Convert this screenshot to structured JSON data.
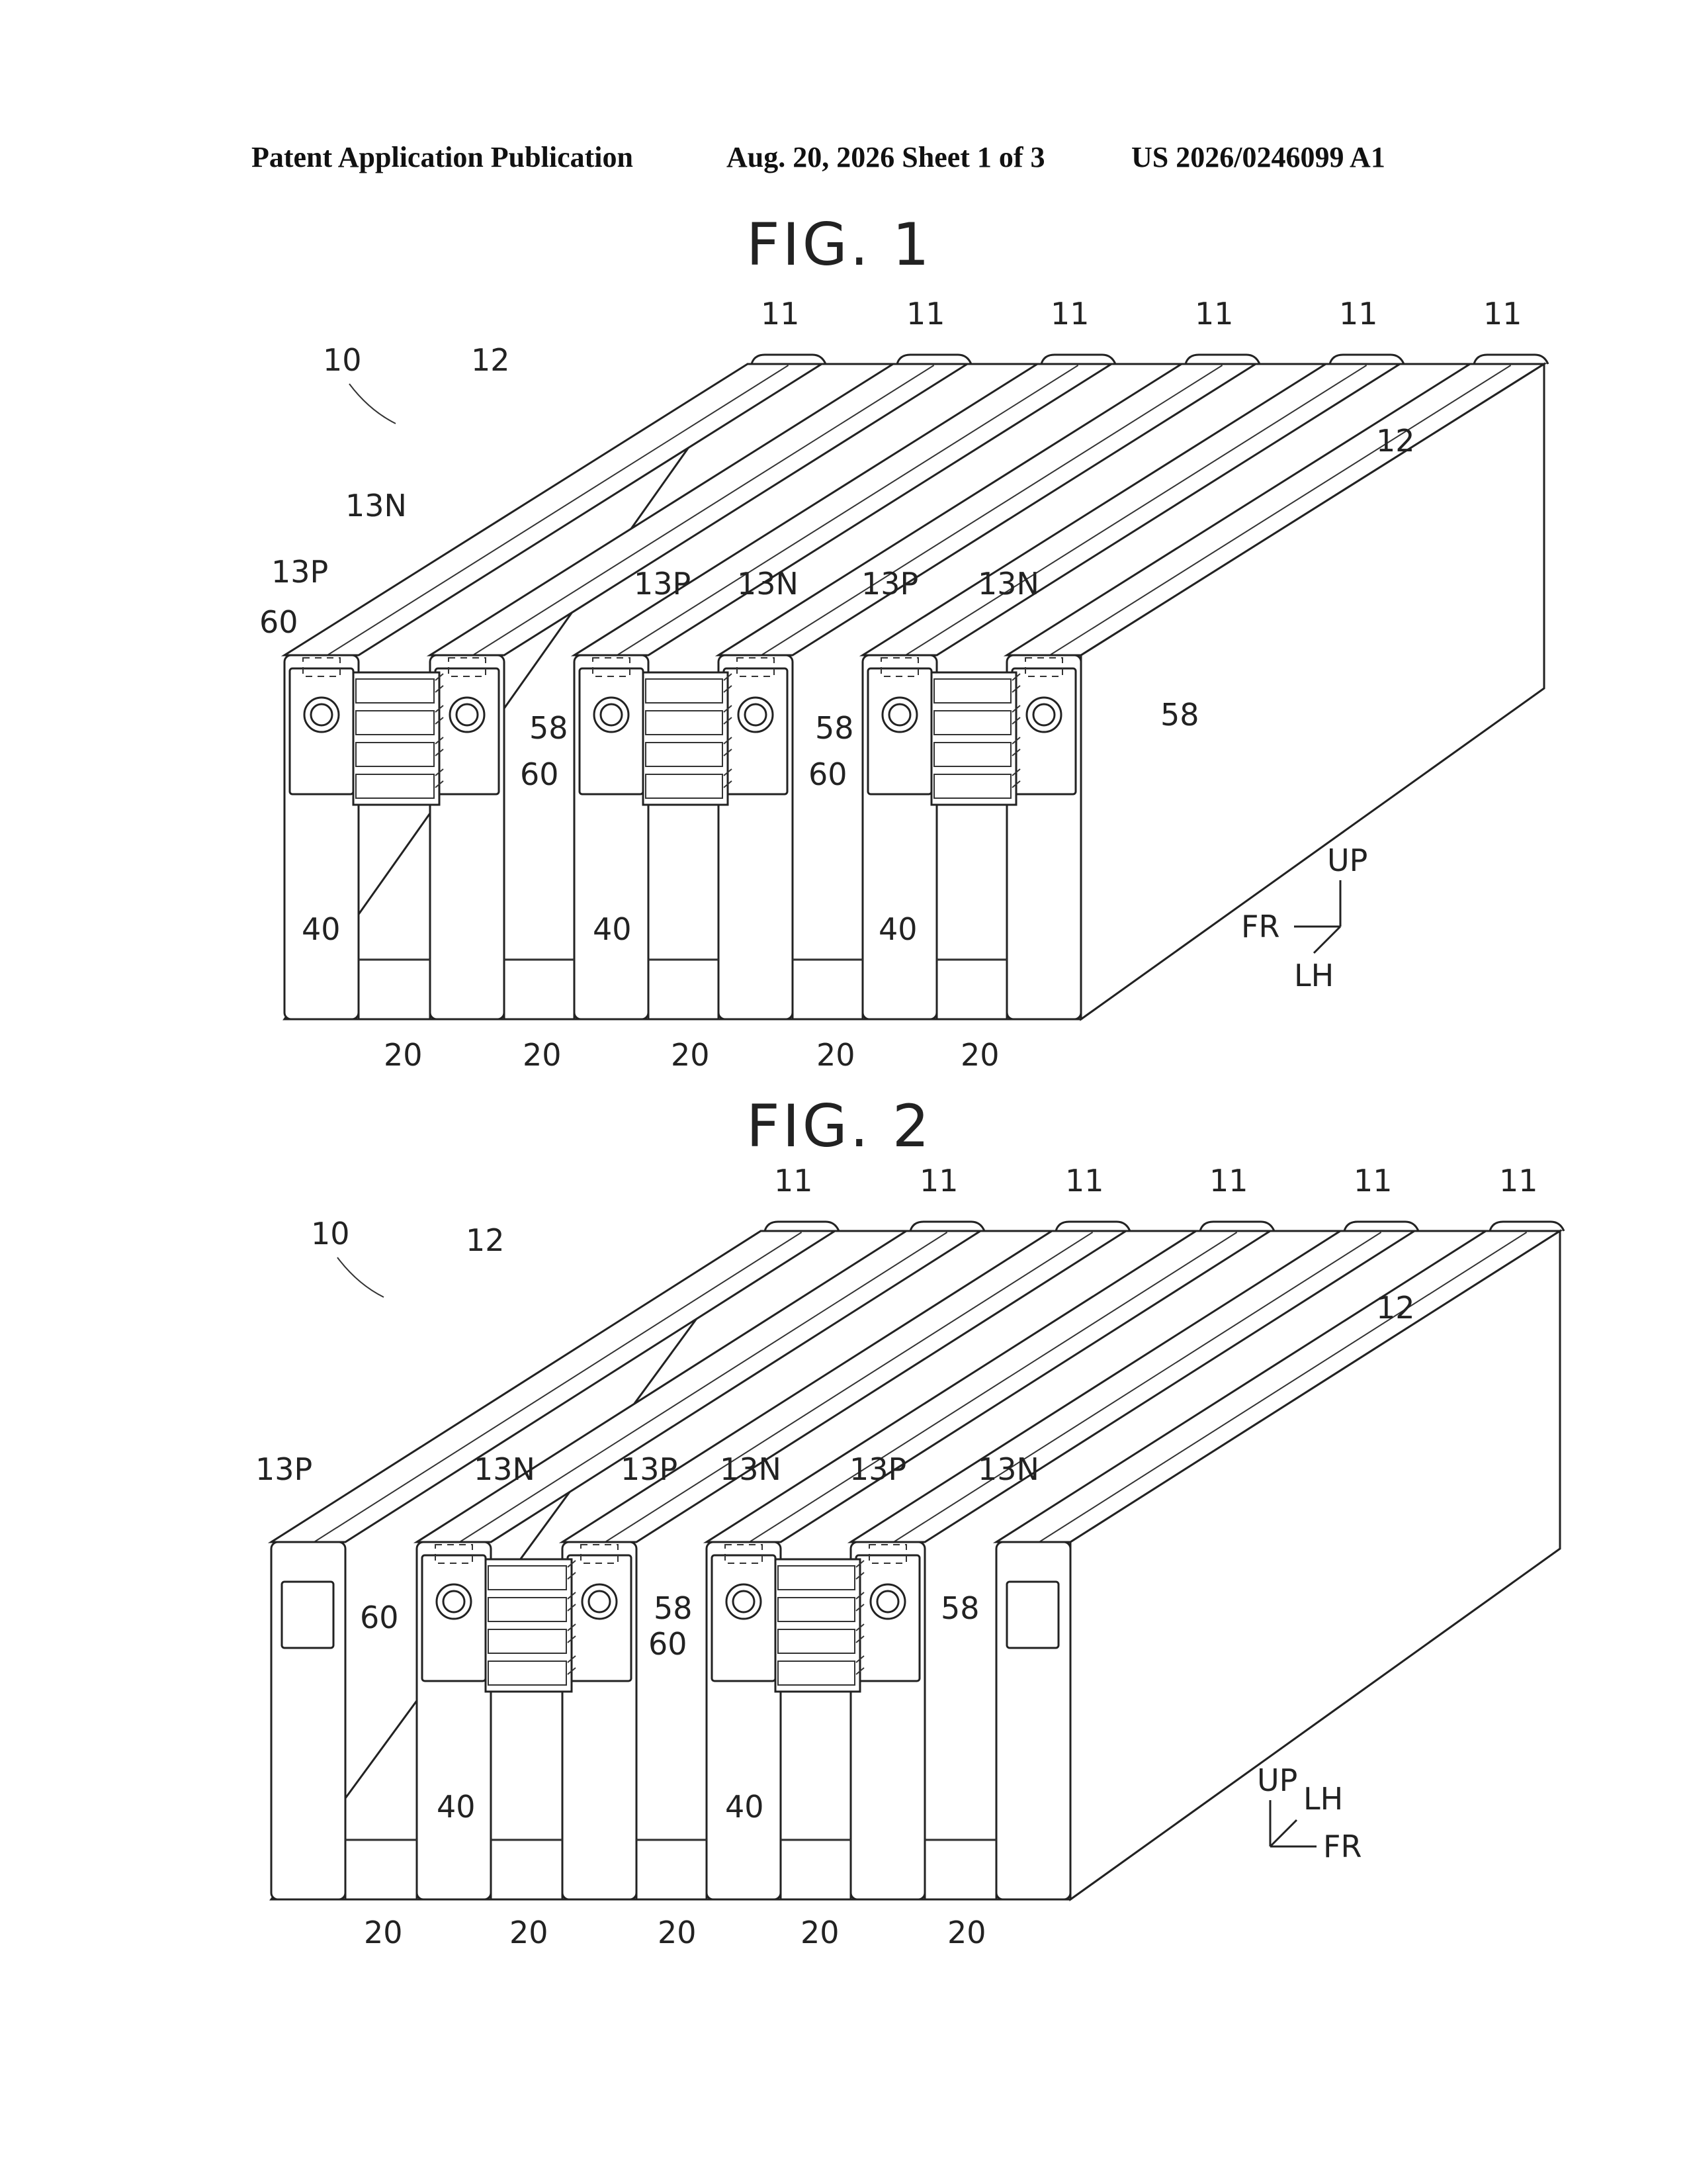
{
  "header": {
    "publication": "Patent Application Publication",
    "date_sheet": "Aug. 20, 2026  Sheet 1 of 3",
    "number": "US 2026/0246099 A1"
  },
  "figures": [
    {
      "title": "FIG. 1",
      "labels": {
        "assembly": "10",
        "cell": "11",
        "face": "12",
        "neg_terminal": "13N",
        "pos_terminal": "13P",
        "bolt": "58",
        "busbar_hole": "60",
        "busbar": "40",
        "spacer": "20"
      },
      "axes": {
        "up": "UP",
        "front": "FR",
        "left": "LH"
      }
    },
    {
      "title": "FIG. 2",
      "labels": {
        "assembly": "10",
        "cell": "11",
        "face": "12",
        "neg_terminal": "13N",
        "pos_terminal": "13P",
        "bolt": "58",
        "busbar_hole": "60",
        "busbar": "40",
        "spacer": "20"
      },
      "axes": {
        "up": "UP",
        "front": "FR",
        "left": "LH"
      }
    }
  ]
}
